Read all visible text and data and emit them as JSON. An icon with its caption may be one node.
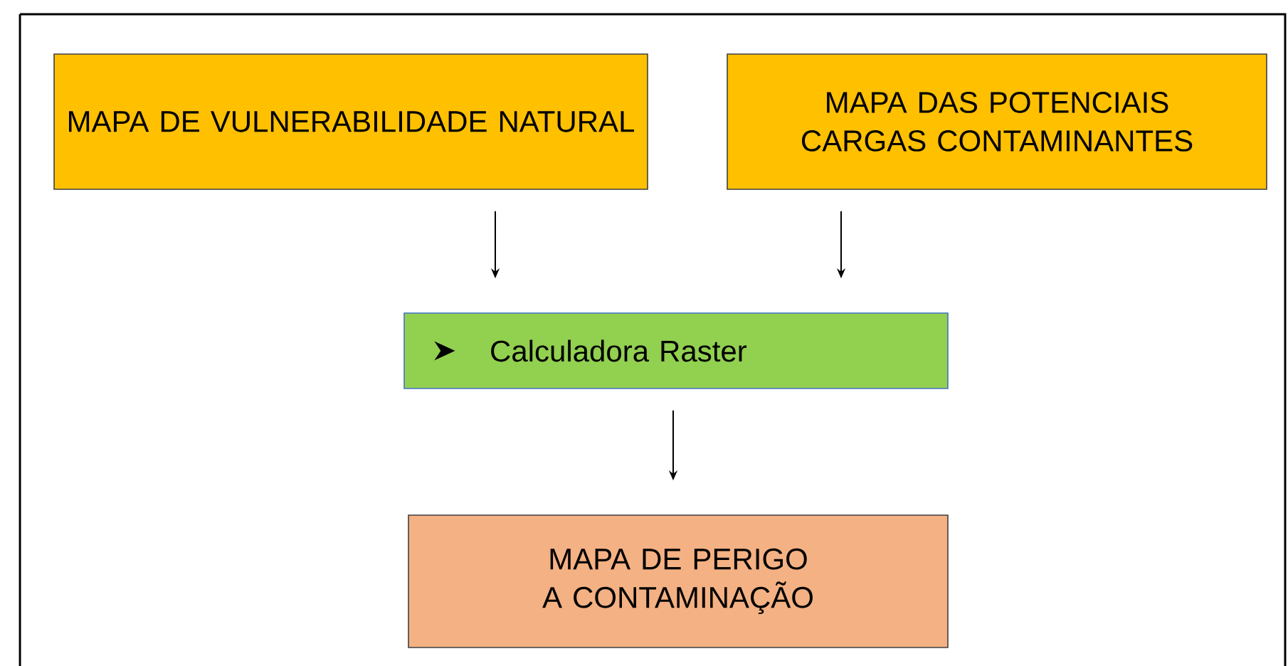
{
  "diagram": {
    "nodes": [
      {
        "text": [
          "MAPA DE VULNERABILIDADE NATURAL"
        ]
      },
      {
        "text": [
          "MAPA DAS POTENCIAIS CARGAS CONTAMINANTES"
        ]
      },
      {
        "text": [
          "Calculadora Raster"
        ]
      },
      {
        "text": [
          "MAPA DE PERIGO A CONTAMINAÇÃO"
        ]
      }
    ],
    "edges": [
      {
        "from": 0,
        "to": 2,
        "arrow": "to"
      },
      {
        "from": 1,
        "to": 2,
        "arrow": "to"
      },
      {
        "from": 2,
        "to": 3,
        "arrow": "to"
      }
    ]
  }
}
